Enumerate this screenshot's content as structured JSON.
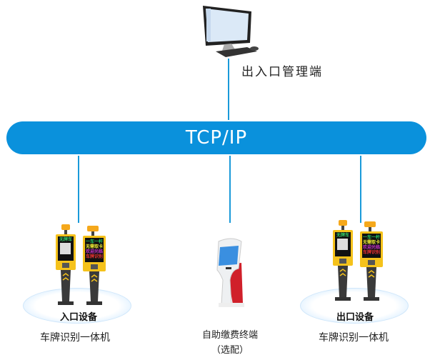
{
  "network": {
    "bus_label": "TCP/IP"
  },
  "management": {
    "label": "出入口管理端"
  },
  "entrance": {
    "ellipse_label": "入口设备",
    "caption": "车牌识别一体机"
  },
  "exit": {
    "ellipse_label": "出口设备",
    "caption": "车牌识别一体机"
  },
  "kiosk": {
    "caption": "自助缴费终端",
    "note": "（选配）"
  },
  "device_screens": {
    "left": "无牌车",
    "right_lines": [
      "一车一杆",
      "无需取卡",
      "欢迎光临",
      "车牌识别"
    ]
  },
  "colors": {
    "bus": "#0a91dc",
    "line": "#1a9ad9",
    "device_yellow": "#f5c21b",
    "kiosk_red": "#d0202a"
  }
}
